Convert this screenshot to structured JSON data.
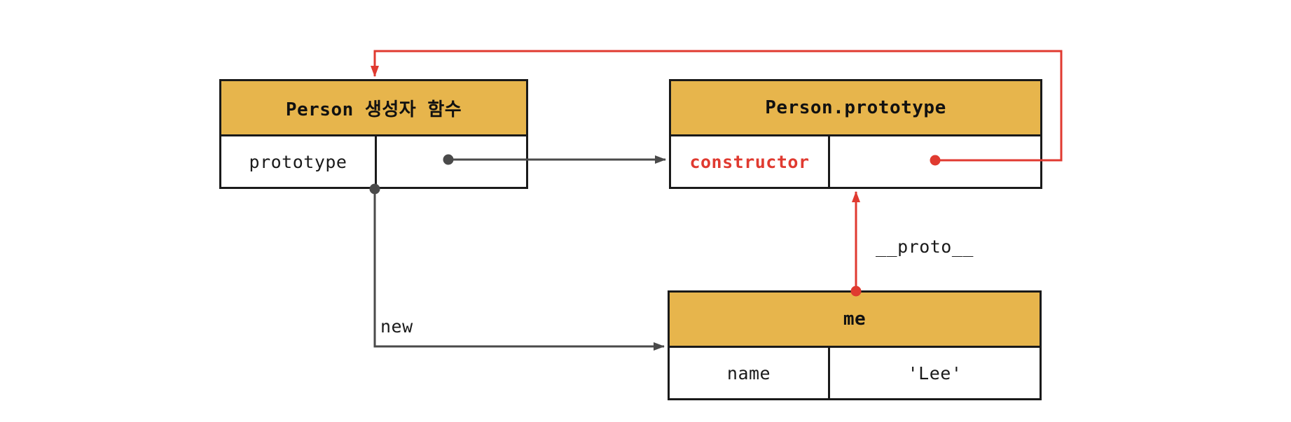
{
  "diagram": {
    "colors": {
      "background": "#ffffff",
      "header_fill": "#e7b54c",
      "red_accent": "#e03a30",
      "gray_line": "#4a4a4a",
      "border": "#1a1a1a"
    },
    "person_box": {
      "title": "Person 생성자 함수",
      "property": "prototype"
    },
    "prototype_box": {
      "title": "Person.prototype",
      "property": "constructor"
    },
    "me_box": {
      "title": "me",
      "property": "name",
      "value": "'Lee'"
    },
    "labels": {
      "new_keyword": "new",
      "proto_link": "__proto__"
    }
  }
}
